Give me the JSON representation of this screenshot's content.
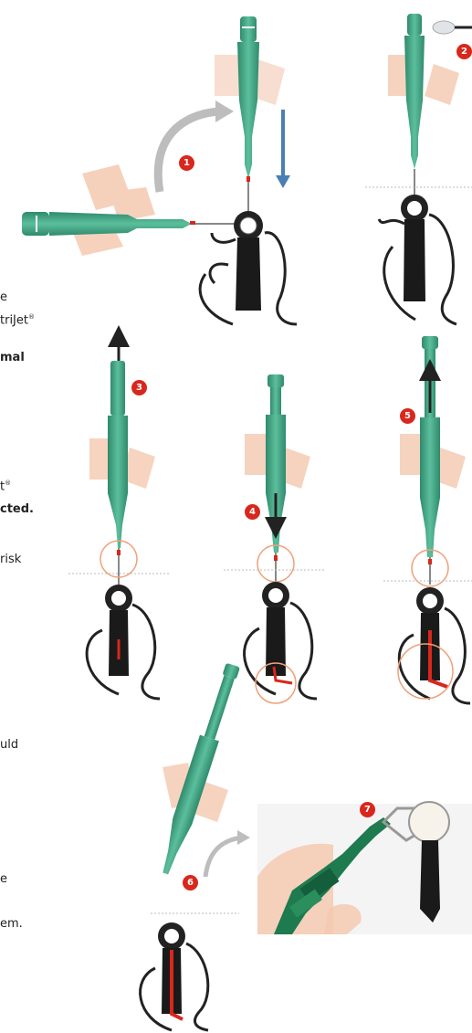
{
  "text_fragments": [
    {
      "id": "f1",
      "text": "e"
    },
    {
      "id": "f2",
      "text": "triJet",
      "sup": "®"
    },
    {
      "id": "f3",
      "text": "mal"
    },
    {
      "id": "f4",
      "text": "t",
      "sup": "®"
    },
    {
      "id": "f5",
      "text": "cted."
    },
    {
      "id": "f6",
      "text": "risk"
    },
    {
      "id": "f7",
      "text": "uld"
    },
    {
      "id": "f8",
      "text": "e"
    },
    {
      "id": "f9",
      "text": "em."
    }
  ],
  "steps": [
    "1",
    "2",
    "3",
    "4",
    "5",
    "6",
    "7"
  ],
  "colors": {
    "instrument_green": "#3a9b7e",
    "instrument_dark_green": "#2a7d62",
    "step_red": "#d8271c",
    "arrow_blue": "#4a7fb5",
    "arrow_gray": "#9a9a9a",
    "finger": "#f4c9b0",
    "circle_highlight": "#f0a07a",
    "root_canal_red": "#d8271c",
    "tooth_outline": "#222222"
  },
  "icons": [
    "syringe-icon",
    "tooth-icon",
    "arrow-icon",
    "glove-icon",
    "dispenser-icon"
  ]
}
